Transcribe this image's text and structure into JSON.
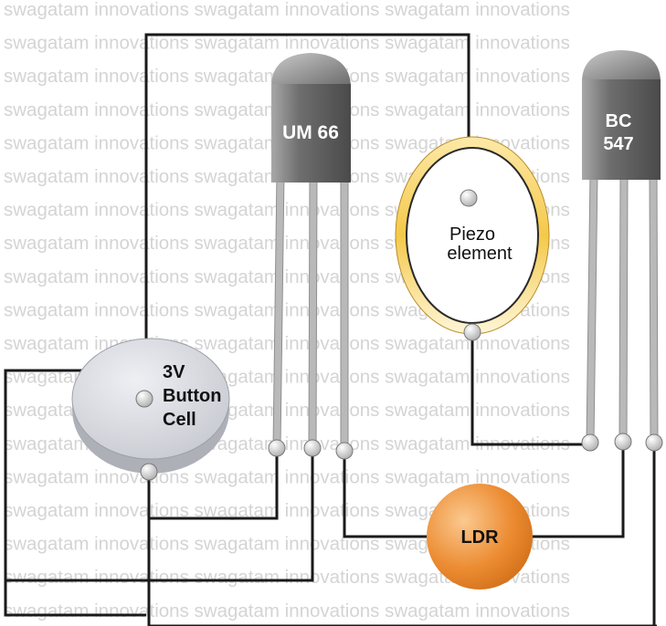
{
  "watermark": {
    "text": "swagatam innovations swagatam innovations swagatam innovations",
    "color": "#d4d4d4"
  },
  "components": {
    "um66": {
      "label": "UM 66"
    },
    "bc547": {
      "line1": "BC",
      "line2": "547"
    },
    "piezo": {
      "line1": "Piezo",
      "line2": "element"
    },
    "button_cell": {
      "line1": "3V",
      "line2": "Button",
      "line3": "Cell"
    },
    "ldr": {
      "label": "LDR",
      "color": "#e98a2f"
    }
  },
  "colors": {
    "wire": "#1a1a1a",
    "lead": "#b9b9b9",
    "transistor_body": "#6d6d6d",
    "piezo_ring": "#f5d36a",
    "cell": "#dcdde3"
  }
}
